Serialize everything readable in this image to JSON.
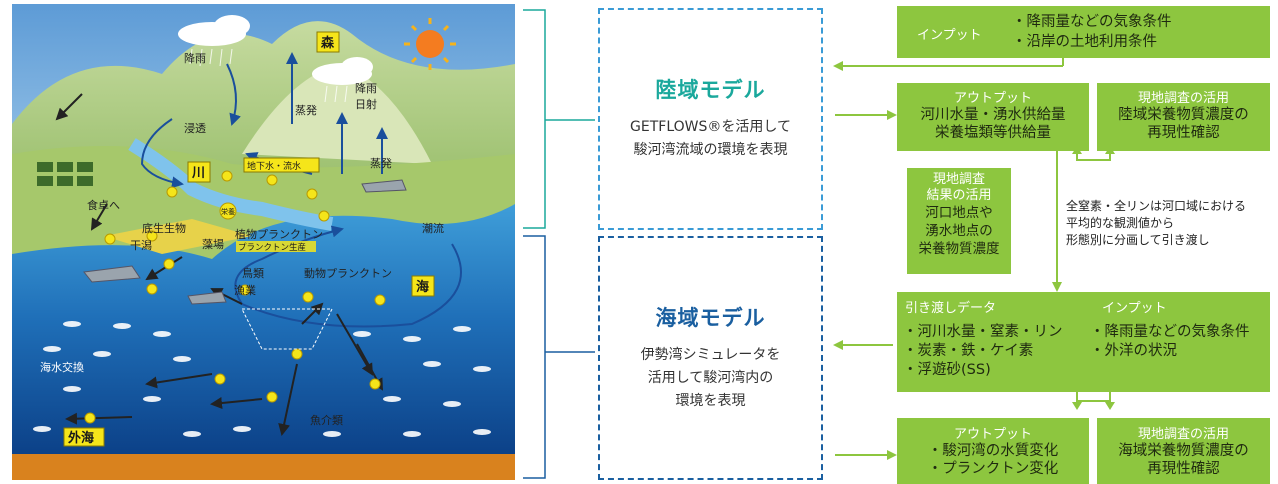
{
  "illustration": {
    "labels": {
      "rain_left": "降雨",
      "rain_right": "降雨",
      "sunlight": "日射",
      "forest": "森",
      "evaporation_1": "蒸発",
      "evaporation_2": "蒸発",
      "infiltration": "浸透",
      "river": "川",
      "groundwater": "地下水・流水",
      "to_dinner": "食卓へ",
      "benthos": "底生生物",
      "nutrients": "栄養",
      "tidal_flat": "干潟",
      "seaweed": "藻場",
      "phytoplankton": "植物プランクトン",
      "plankton_production": "プランクトン生産",
      "current": "潮流",
      "birds": "鳥類",
      "zooplankton": "動物プランクトン",
      "sea": "海",
      "fishery": "漁業",
      "seawater_exchange": "海水交換",
      "shellfish": "魚介類",
      "open_sea": "外海"
    }
  },
  "land_model": {
    "title": "陸域モデル",
    "desc_line1": "GETFLOWS®を活用して",
    "desc_line2": "駿河湾流域の環境を表現"
  },
  "sea_model": {
    "title": "海域モデル",
    "desc_line1": "伊勢湾シミュレータを",
    "desc_line2": "活用して駿河湾内の",
    "desc_line3": "環境を表現"
  },
  "boxes": {
    "input_top": {
      "title": "インプット",
      "line1": "・降雨量などの気象条件",
      "line2": "・沿岸の土地利用条件"
    },
    "output_top": {
      "title": "アウトプット",
      "line1": "河川水量・湧水供給量",
      "line2": "栄養塩類等供給量"
    },
    "survey_top": {
      "title": "現地調査の活用",
      "line1": "陸域栄養物質濃度の",
      "line2": "再現性確認"
    },
    "survey_result": {
      "title1": "現地調査",
      "title2": "結果の活用",
      "line1": "河口地点や",
      "line2": "湧水地点の",
      "line3": "栄養物質濃度"
    },
    "note": {
      "line1": "全窒素・全リンは河口域における",
      "line2": "平均的な観測値から",
      "line3": "形態別に分画して引き渡し"
    },
    "handover": {
      "title": "引き渡しデータ",
      "line1": "・河川水量・窒素・リン",
      "line2": "・炭素・鉄・ケイ素",
      "line3": "・浮遊砂(SS)",
      "input_title": "インプット",
      "input_line1": "・降雨量などの気象条件",
      "input_line2": "・外洋の状況"
    },
    "output_bottom": {
      "title": "アウトプット",
      "line1": "・駿河湾の水質変化",
      "line2": "・プランクトン変化"
    },
    "survey_bottom": {
      "title": "現地調査の活用",
      "line1": "海域栄養物質濃度の",
      "line2": "再現性確認"
    }
  },
  "colors": {
    "green": "#8dc63f",
    "teal": "#1aa89c",
    "blue": "#1a5fa0",
    "sea_top": "#4da9e0",
    "sea_deep": "#0d4f9a",
    "seabed": "#d9821e"
  }
}
